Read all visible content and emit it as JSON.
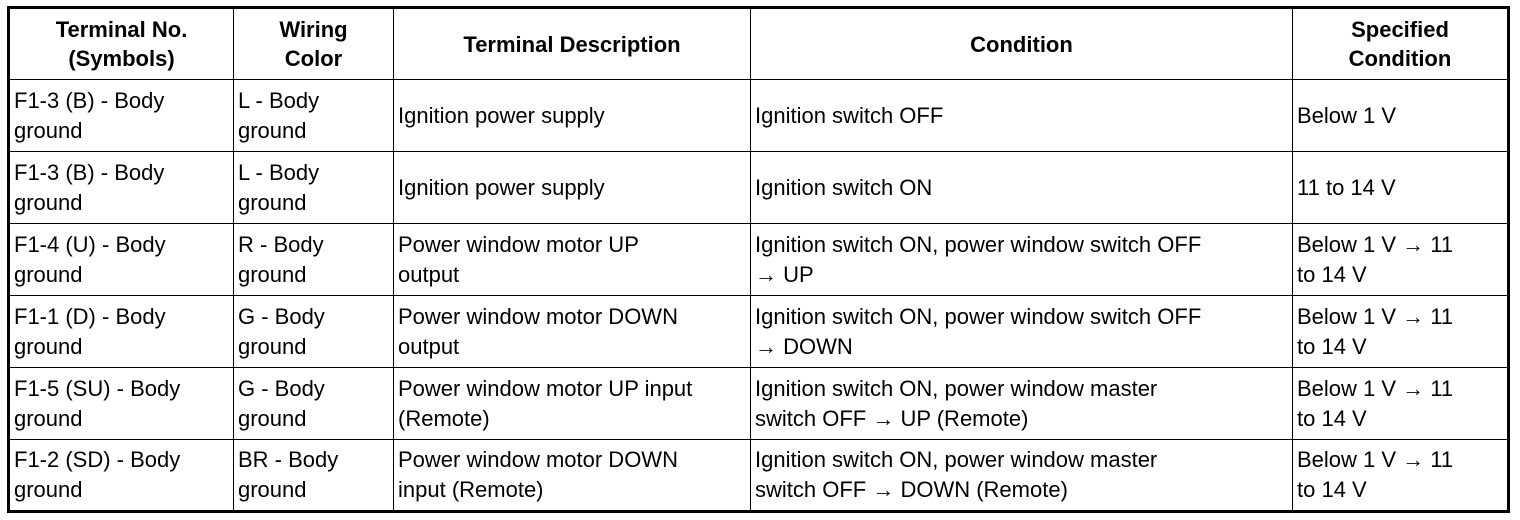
{
  "table": {
    "headers": [
      [
        "Terminal No.",
        "(Symbols)"
      ],
      [
        "Wiring",
        "Color"
      ],
      [
        "Terminal Description"
      ],
      [
        "Condition"
      ],
      [
        "Specified",
        "Condition"
      ]
    ],
    "rows": [
      {
        "terminal": [
          "F1-3 (B) - Body",
          "ground"
        ],
        "wiring": [
          "L - Body",
          "ground"
        ],
        "description": [
          "Ignition power supply"
        ],
        "condition": [
          "Ignition switch OFF"
        ],
        "specified": [
          "Below 1 V"
        ]
      },
      {
        "terminal": [
          "F1-3 (B) - Body",
          "ground"
        ],
        "wiring": [
          "L - Body",
          "ground"
        ],
        "description": [
          "Ignition power supply"
        ],
        "condition": [
          "Ignition switch ON"
        ],
        "specified": [
          "11 to 14 V"
        ]
      },
      {
        "terminal": [
          "F1-4 (U) - Body",
          "ground"
        ],
        "wiring": [
          "R - Body",
          "ground"
        ],
        "description": [
          "Power window motor UP",
          "output"
        ],
        "condition": [
          "Ignition switch ON, power window switch OFF",
          "→ UP"
        ],
        "specified": [
          "Below 1 V → 11",
          "to 14 V"
        ]
      },
      {
        "terminal": [
          "F1-1 (D) - Body",
          "ground"
        ],
        "wiring": [
          "G - Body",
          "ground"
        ],
        "description": [
          "Power window motor DOWN",
          "output"
        ],
        "condition": [
          "Ignition switch ON, power window switch OFF",
          "→ DOWN"
        ],
        "specified": [
          "Below 1 V → 11",
          "to 14 V"
        ]
      },
      {
        "terminal": [
          "F1-5 (SU) - Body",
          "ground"
        ],
        "wiring": [
          "G - Body",
          "ground"
        ],
        "description": [
          "Power window motor UP input",
          "(Remote)"
        ],
        "condition": [
          "Ignition switch ON, power window master",
          "switch OFF → UP (Remote)"
        ],
        "specified": [
          "Below 1 V → 11",
          "to 14 V"
        ]
      },
      {
        "terminal": [
          "F1-2 (SD) - Body",
          "ground"
        ],
        "wiring": [
          "BR - Body",
          "ground"
        ],
        "description": [
          "Power window motor DOWN",
          "input (Remote)"
        ],
        "condition": [
          "Ignition switch ON, power window master",
          "switch OFF → DOWN (Remote)"
        ],
        "specified": [
          "Below 1 V → 11",
          "to 14 V"
        ]
      }
    ]
  }
}
